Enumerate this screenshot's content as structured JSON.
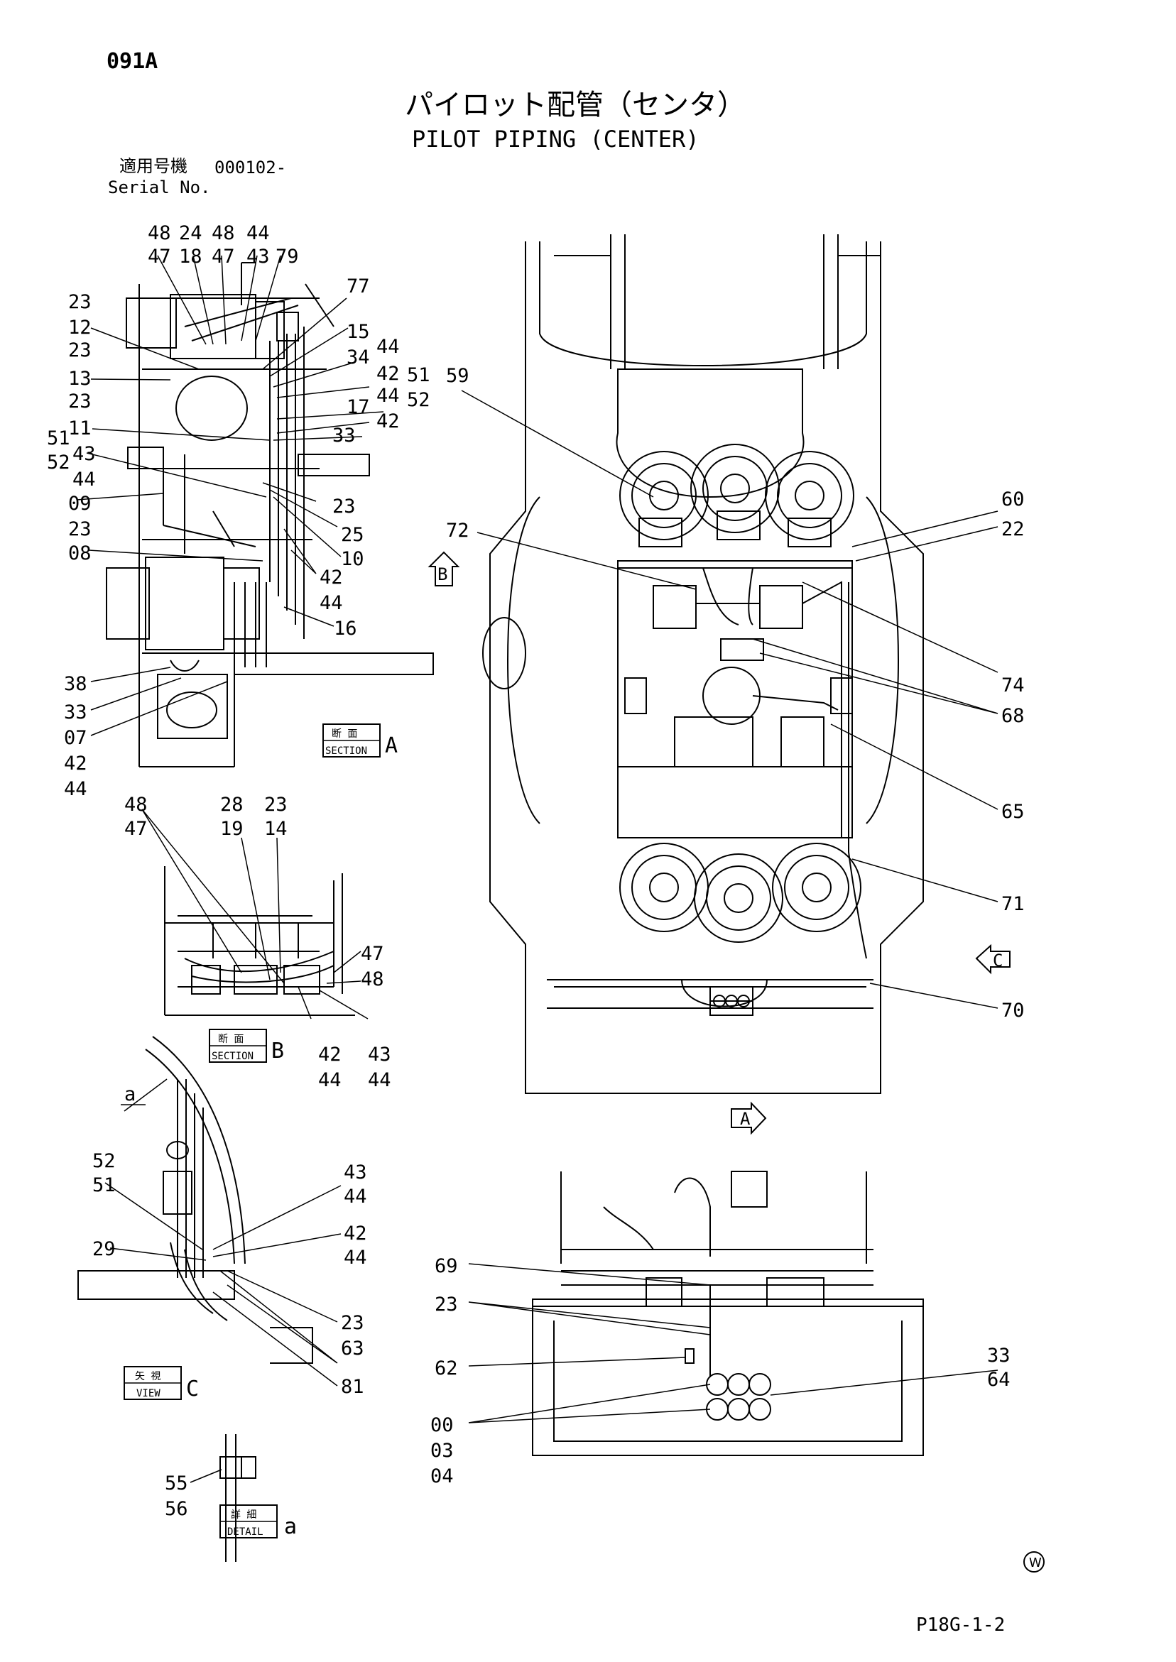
{
  "header": {
    "code": "091A",
    "title_jp": "パイロット配管（センタ）",
    "title_en": "PILOT PIPING (CENTER)",
    "serial_label_jp": "適用号機",
    "serial_number": "000102-",
    "serial_label_en": "Serial No."
  },
  "footer": {
    "page_ref": "P18G-1-2",
    "symbol": "W"
  },
  "views": {
    "section_a": {
      "jp": "断 面",
      "en": "SECTION",
      "letter": "A"
    },
    "section_b": {
      "jp": "断 面",
      "en": "SECTION",
      "letter": "B"
    },
    "view_c": {
      "jp": "矢 視",
      "en": "VIEW",
      "letter": "C"
    },
    "detail_a": {
      "jp": "詳 細",
      "en": "DETAIL",
      "letter": "a"
    },
    "detail_a_callout": "a"
  },
  "view_arrows": [
    {
      "id": "arrow-a",
      "letter": "A"
    },
    {
      "id": "arrow-b",
      "letter": "B"
    },
    {
      "id": "arrow-c",
      "letter": "C"
    }
  ],
  "callouts": [
    {
      "label": "48"
    },
    {
      "label": "24"
    },
    {
      "label": "48"
    },
    {
      "label": "44"
    },
    {
      "label": "47"
    },
    {
      "label": "18"
    },
    {
      "label": "47"
    },
    {
      "label": "43"
    },
    {
      "label": "79"
    },
    {
      "label": "77"
    },
    {
      "label": "23"
    },
    {
      "label": "12"
    },
    {
      "label": "15"
    },
    {
      "label": "23"
    },
    {
      "label": "34"
    },
    {
      "label": "44"
    },
    {
      "label": "13"
    },
    {
      "label": "42"
    },
    {
      "label": "51"
    },
    {
      "label": "52"
    },
    {
      "label": "44"
    },
    {
      "label": "17"
    },
    {
      "label": "23"
    },
    {
      "label": "42"
    },
    {
      "label": "11"
    },
    {
      "label": "33"
    },
    {
      "label": "51"
    },
    {
      "label": "43"
    },
    {
      "label": "52"
    },
    {
      "label": "44"
    },
    {
      "label": "23"
    },
    {
      "label": "09"
    },
    {
      "label": "25"
    },
    {
      "label": "23"
    },
    {
      "label": "10"
    },
    {
      "label": "08"
    },
    {
      "label": "42"
    },
    {
      "label": "44"
    },
    {
      "label": "16"
    },
    {
      "label": "38"
    },
    {
      "label": "33"
    },
    {
      "label": "07"
    },
    {
      "label": "42"
    },
    {
      "label": "44"
    },
    {
      "label": "48"
    },
    {
      "label": "47"
    },
    {
      "label": "28"
    },
    {
      "label": "19"
    },
    {
      "label": "23"
    },
    {
      "label": "14"
    },
    {
      "label": "47"
    },
    {
      "label": "48"
    },
    {
      "label": "42"
    },
    {
      "label": "44"
    },
    {
      "label": "43"
    },
    {
      "label": "44"
    },
    {
      "label": "52"
    },
    {
      "label": "51"
    },
    {
      "label": "43"
    },
    {
      "label": "44"
    },
    {
      "label": "42"
    },
    {
      "label": "44"
    },
    {
      "label": "29"
    },
    {
      "label": "23"
    },
    {
      "label": "63"
    },
    {
      "label": "81"
    },
    {
      "label": "55"
    },
    {
      "label": "56"
    },
    {
      "label": "59"
    },
    {
      "label": "60"
    },
    {
      "label": "22"
    },
    {
      "label": "72"
    },
    {
      "label": "74"
    },
    {
      "label": "68"
    },
    {
      "label": "65"
    },
    {
      "label": "71"
    },
    {
      "label": "70"
    },
    {
      "label": "69"
    },
    {
      "label": "23"
    },
    {
      "label": "62"
    },
    {
      "label": "33"
    },
    {
      "label": "64"
    },
    {
      "label": "00"
    },
    {
      "label": "03"
    },
    {
      "label": "04"
    }
  ]
}
